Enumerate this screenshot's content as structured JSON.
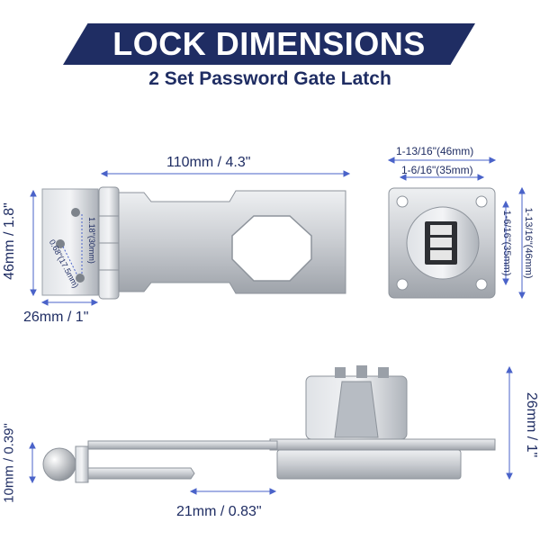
{
  "header": {
    "title": "LOCK DIMENSIONS",
    "subtitle": "2 Set Password Gate Latch"
  },
  "dimensions": {
    "length": "110mm / 4.3\"",
    "height": "46mm / 1.8\"",
    "plate_width": "26mm / 1\"",
    "hole_spacing_long": "1.18\"(30mm)",
    "hole_spacing_short": "0.68\"(17.5mm)",
    "lock_outer_width": "1-13/16\"(46mm)",
    "lock_inner_width": "1-6/16\"(35mm)",
    "lock_inner_height": "1-6/16\"(35mm)",
    "lock_outer_height": "1-13/16\"(46mm)",
    "side_height": "26mm / 1\"",
    "thickness": "10mm / 0.39\"",
    "loop_length": "21mm / 0.83\""
  },
  "colors": {
    "banner": "#1f2d63",
    "dimension_line": "#4a63c9",
    "metal": "#c9ccd1"
  }
}
